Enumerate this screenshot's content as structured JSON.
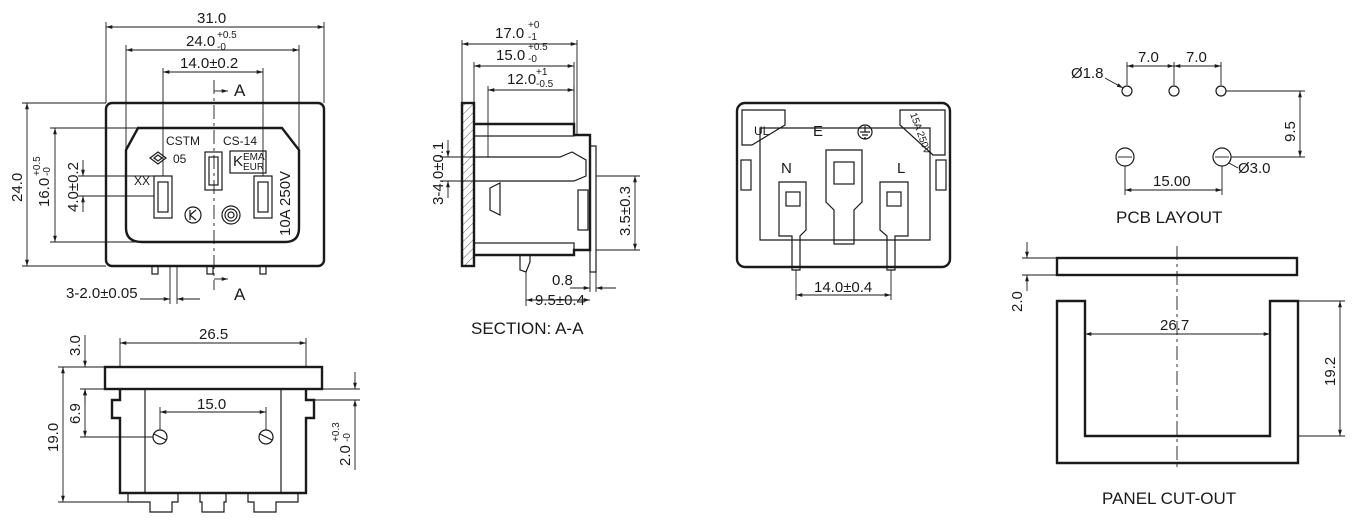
{
  "front_view": {
    "dim_width_total": "31.0",
    "dim_width_inner": "24.0",
    "dim_width_inner_tol_upper": "+0.5",
    "dim_width_inner_tol_lower": "-0",
    "dim_width_contacts": "14.0±0.2",
    "section_marker": "A",
    "dim_height_total": "24.0",
    "dim_height_inner": "16.0",
    "dim_height_inner_tol_upper": "+0.5",
    "dim_height_inner_tol_lower": "-0",
    "dim_height_small": "4.0±0.2",
    "dim_pin_spacing": "3-2.0±0.05",
    "marking_cstm": "CSTM",
    "marking_cs14": "CS-14",
    "marking_05": "05",
    "marking_xx": "XX",
    "marking_kema": "EMA",
    "marking_eur": "EUR",
    "rating": "10A 250V"
  },
  "bottom_view": {
    "dim_width": "26.5",
    "dim_flange": "3.0",
    "dim_height": "19.0",
    "dim_mid": "6.9",
    "dim_screw_spacing": "15.0",
    "dim_clip": "2.0",
    "dim_clip_tol_upper": "+0.3",
    "dim_clip_tol_lower": "-0"
  },
  "section_view": {
    "title": "SECTION: A-A",
    "dim_length_total": "17.0",
    "dim_length_total_tol_upper": "+0",
    "dim_length_total_tol_lower": "-1",
    "dim_length_mid": "15.0",
    "dim_length_mid_tol_upper": "+0.5",
    "dim_length_mid_tol_lower": "-0",
    "dim_length_inner": "12.0",
    "dim_length_inner_tol_upper": "+1",
    "dim_length_inner_tol_lower": "-0.5",
    "dim_left": "3-4.0±0.1",
    "dim_right": "3.5±0.3",
    "dim_thickness": "0.8",
    "dim_pin": "9.5±0.4"
  },
  "rear_view": {
    "label_e": "E",
    "label_n": "N",
    "label_l": "L",
    "rating_marking": "15A 250V",
    "ul_marking": "UL",
    "dim_pin_spacing": "14.0±0.4"
  },
  "pcb_layout": {
    "title": "PCB LAYOUT",
    "hole_small": "Ø1.8",
    "spacing_a": "7.0",
    "spacing_b": "7.0",
    "dim_vertical": "9.5",
    "dim_large_spacing": "15.00",
    "hole_large": "Ø3.0"
  },
  "panel_cutout": {
    "title": "PANEL CUT-OUT",
    "dim_thickness": "2.0",
    "dim_width": "26.7",
    "dim_height": "19.2"
  }
}
